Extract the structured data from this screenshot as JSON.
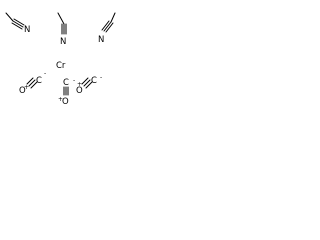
{
  "structure": {
    "acetonitrile_1": {
      "nitrogen": "N"
    },
    "acetonitrile_2": {
      "nitrogen": "N"
    },
    "acetonitrile_3": {
      "nitrogen": "N"
    },
    "metal": "Cr",
    "carbonyl_1": {
      "carbon": "C",
      "oxygen": "O",
      "carbon_charge": "-",
      "oxygen_charge": "+"
    },
    "carbonyl_2": {
      "carbon": "C",
      "oxygen": "O",
      "carbon_charge": "-",
      "oxygen_charge": "+"
    },
    "carbonyl_3": {
      "carbon": "C",
      "oxygen": "O",
      "carbon_charge": "-",
      "oxygen_charge": "+"
    }
  }
}
